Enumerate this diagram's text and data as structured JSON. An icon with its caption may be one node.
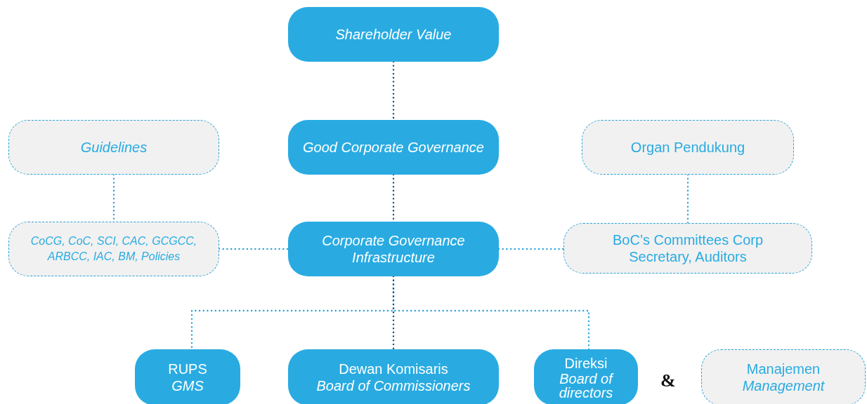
{
  "diagram": {
    "nodes": [
      {
        "text": [
          "Shareholder Value"
        ]
      },
      {
        "text": [
          "Good Corporate Governance"
        ]
      },
      {
        "text": [
          "Guidelines"
        ]
      },
      {
        "text": [
          "Organ Pendukung"
        ]
      },
      {
        "text": [
          "CoCG, CoC, SCI, CAC, GCGCC, ARBCC, IAC, BM, Policies"
        ]
      },
      {
        "text": [
          "Corporate Governance Infrastructure"
        ]
      },
      {
        "text": [
          "BoC’s Committees Corp Secretary, Auditors"
        ]
      },
      {
        "text": [
          "RUPS",
          "GMS"
        ]
      },
      {
        "text": [
          "Dewan Komisaris",
          "Board of Commissioners"
        ]
      },
      {
        "text": [
          "Direksi",
          "Board of directors"
        ]
      },
      {
        "text": [
          "Manajemen",
          "Management"
        ]
      }
    ],
    "edges": [
      {
        "from": 0,
        "to": 1,
        "arrow": "none",
        "color": "#0b4f86"
      },
      {
        "from": 1,
        "to": 5,
        "arrow": "none",
        "color": "#0b4f86"
      },
      {
        "from": 2,
        "to": 4,
        "arrow": "none"
      },
      {
        "from": 3,
        "to": 6,
        "arrow": "none"
      },
      {
        "from": 4,
        "to": 5,
        "arrow": "none"
      },
      {
        "from": 5,
        "to": 6,
        "arrow": "none"
      },
      {
        "from": 5,
        "to": 7,
        "arrow": "none"
      },
      {
        "from": 5,
        "to": 8,
        "arrow": "none",
        "color": "#0b4f86"
      },
      {
        "from": 5,
        "to": 9,
        "arrow": "none"
      }
    ],
    "labels": [
      "&"
    ]
  }
}
